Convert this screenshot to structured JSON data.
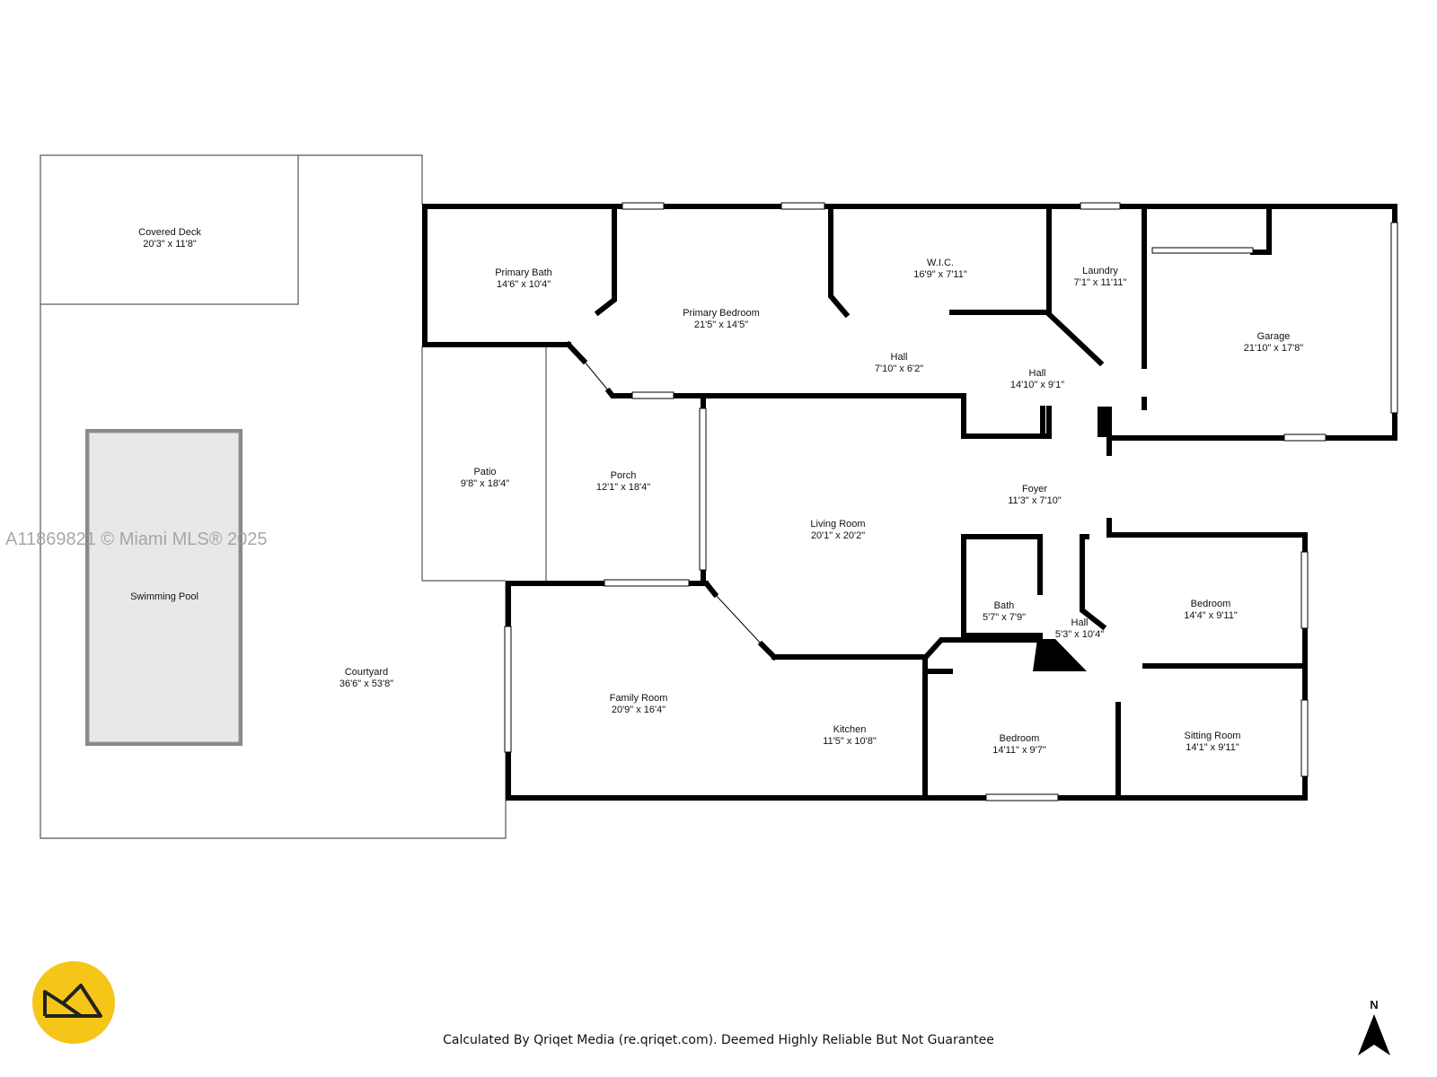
{
  "rooms": {
    "covered_deck": {
      "name": "Covered Deck",
      "dim": "20'3\" x 11'8\""
    },
    "swimming_pool": {
      "name": "Swimming Pool"
    },
    "courtyard": {
      "name": "Courtyard",
      "dim": "36'6\" x 53'8\""
    },
    "patio": {
      "name": "Patio",
      "dim": "9'8\" x 18'4\""
    },
    "porch": {
      "name": "Porch",
      "dim": "12'1\" x 18'4\""
    },
    "primary_bath": {
      "name": "Primary Bath",
      "dim": "14'6\" x 10'4\""
    },
    "primary_bedroom": {
      "name": "Primary Bedroom",
      "dim": "21'5\" x 14'5\""
    },
    "wic": {
      "name": "W.I.C.",
      "dim": "16'9\" x 7'11\""
    },
    "hall_upper": {
      "name": "Hall",
      "dim": "7'10\" x 6'2\""
    },
    "hall_mid": {
      "name": "Hall",
      "dim": "14'10\" x 9'1\""
    },
    "laundry": {
      "name": "Laundry",
      "dim": "7'1\" x 11'11\""
    },
    "garage": {
      "name": "Garage",
      "dim": "21'10\" x 17'8\""
    },
    "living_room": {
      "name": "Living Room",
      "dim": "20'1\" x 20'2\""
    },
    "foyer": {
      "name": "Foyer",
      "dim": "11'3\" x 7'10\""
    },
    "bath": {
      "name": "Bath",
      "dim": "5'7\" x 7'9\""
    },
    "hall_lower": {
      "name": "Hall",
      "dim": "5'3\" x 10'4\""
    },
    "bedroom_right": {
      "name": "Bedroom",
      "dim": "14'4\" x 9'11\""
    },
    "family_room": {
      "name": "Family Room",
      "dim": "20'9\" x 16'4\""
    },
    "kitchen": {
      "name": "Kitchen",
      "dim": "11'5\" x 10'8\""
    },
    "bedroom_lower": {
      "name": "Bedroom",
      "dim": "14'11\" x 9'7\""
    },
    "sitting_room": {
      "name": "Sitting Room",
      "dim": "14'1\" x 9'11\""
    }
  },
  "watermark": "A11869821 © Miami MLS® 2025",
  "footer": "Calculated By Qriqet Media (re.qriqet.com). Deemed Highly Reliable But Not Guarantee",
  "north_label": "N",
  "colors": {
    "wall": "#000000",
    "pool": "#e8e8e8",
    "logo": "#f5c518"
  },
  "icons": {
    "logo": "qriqet-logo-icon",
    "north": "north-arrow-icon"
  }
}
